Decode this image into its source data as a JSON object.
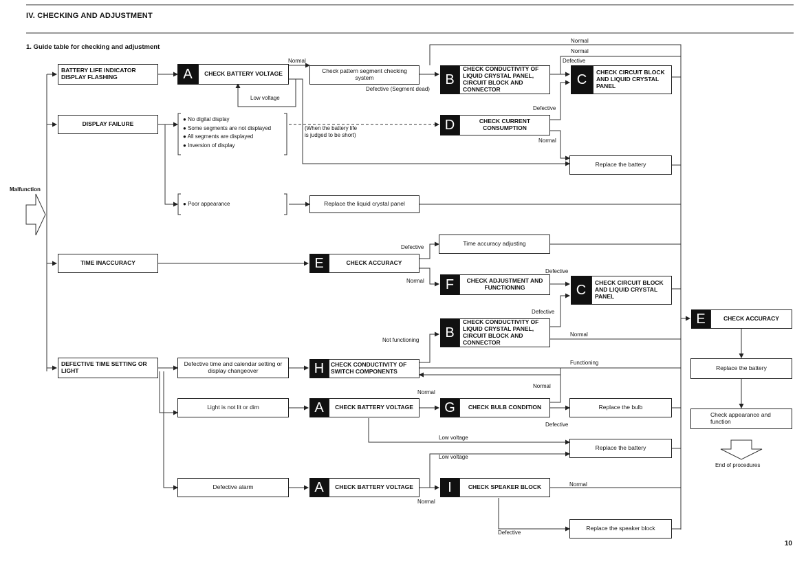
{
  "header": {
    "section": "IV.  CHECKING AND ADJUSTMENT",
    "subtitle": "1.  Guide table for checking and adjustment"
  },
  "page_number": "10",
  "start": "Malfunction",
  "symptoms": {
    "battery": "BATTERY LIFE INDICATOR DISPLAY FLASHING",
    "display": "DISPLAY FAILURE",
    "time": "TIME INACCURACY",
    "setting": "DEFECTIVE TIME SETTING OR LIGHT"
  },
  "display_bullets": [
    "No digital display",
    "Some segments are not displayed",
    "All segments are displayed",
    "Inversion of display"
  ],
  "poor_appearance": "Poor appearance",
  "checks": {
    "a1": {
      "tag": "A",
      "label": "CHECK BATTERY VOLTAGE"
    },
    "pattern": "Check pattern segment checking system",
    "b1": {
      "tag": "B",
      "label": "CHECK CONDUCTIVITY OF LIQUID CRYSTAL PANEL, CIRCUIT BLOCK AND CONNECTOR"
    },
    "c1": {
      "tag": "C",
      "label": "CHECK CIRCUIT BLOCK AND LIQUID CRYSTAL PANEL"
    },
    "d1": {
      "tag": "D",
      "label": "CHECK CURRENT CONSUMPTION"
    },
    "replace_battery_1": "Replace the battery",
    "replace_lcd": "Replace the liquid crystal panel",
    "time_adjust": "Time accuracy adjusting",
    "e1": {
      "tag": "E",
      "label": "CHECK ACCURACY"
    },
    "f1": {
      "tag": "F",
      "label": "CHECK ADJUSTMENT AND FUNCTIONING"
    },
    "c2": {
      "tag": "C",
      "label": "CHECK CIRCUIT BLOCK AND LIQUID CRYSTAL PANEL"
    },
    "b2": {
      "tag": "B",
      "label": "CHECK CONDUCTIVITY OF LIQUID CRYSTAL PANEL, CIRCUIT BLOCK AND CONNECTOR"
    },
    "def_setting": "Defective time and calendar setting or display changeover",
    "h1": {
      "tag": "H",
      "label": "CHECK CONDUCTIVITY OF SWITCH COMPONENTS"
    },
    "light": "Light is not lit or dim",
    "a2": {
      "tag": "A",
      "label": "CHECK BATTERY VOLTAGE"
    },
    "g1": {
      "tag": "G",
      "label": "CHECK BULB CONDITION"
    },
    "replace_bulb": "Replace the bulb",
    "replace_battery_2": "Replace the battery",
    "alarm": "Defective alarm",
    "a3": {
      "tag": "A",
      "label": "CHECK BATTERY VOLTAGE"
    },
    "i1": {
      "tag": "I",
      "label": "CHECK SPEAKER BLOCK"
    },
    "replace_speaker": "Replace the speaker block",
    "e2": {
      "tag": "E",
      "label": "CHECK ACCURACY"
    },
    "replace_battery_3": "Replace the battery",
    "check_appearance": "Check appearance and function",
    "end": "End of procedures"
  },
  "labels": {
    "normal": "Normal",
    "defective": "Defective",
    "low_voltage": "Low voltage",
    "defective_seg": "Defective (Segment dead)",
    "battery_short_1": "(When the battery life",
    "battery_short_2": "is judged to be short)",
    "not_functioning": "Not functioning",
    "functioning": "Functioning"
  }
}
